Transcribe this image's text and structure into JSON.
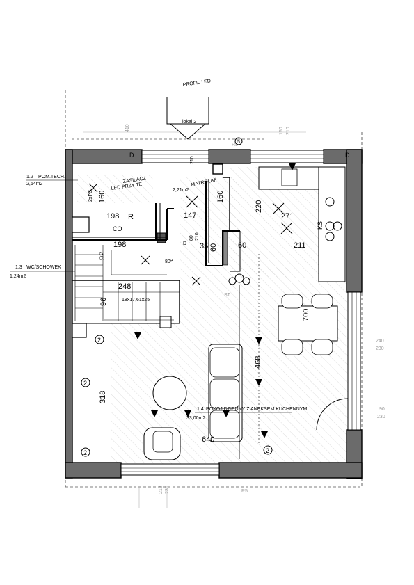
{
  "rooms": {
    "tech": {
      "number": "1.2",
      "name": "POM.TECH.",
      "area": "2,64m2"
    },
    "wc": {
      "number": "1.3",
      "name": "WC/SCHOWEK",
      "area": "1,24m2"
    },
    "living": {
      "number": "1.4",
      "name": "POKÓJ DZIENNY Z ANEKSEM KUCHENNYM",
      "area": "33,00m2"
    }
  },
  "annotations": {
    "profil_led": "PROFIL LED",
    "lokal": "lokal 2",
    "zasilacz_1": "ZASILACZ",
    "zasilacz_2": "LED PRZY TE",
    "matrolap": "MATROLAP",
    "area_221": "2,21m2",
    "stairs": "18x17,61x25",
    "pg": "2xPG",
    "r": "R",
    "co": "CO",
    "ks": "KS",
    "st": "ST",
    "d_left": "D",
    "d_right": "D",
    "d_mid": "D",
    "p_label": "P"
  },
  "dimensions": {
    "d160_a": "160",
    "d160_b": "160",
    "d198_a": "198",
    "d198_b": "198",
    "d147": "147",
    "d220": "220",
    "d271": "271",
    "d211": "211",
    "d35": "35",
    "d60_a": "60",
    "d60_b": "60",
    "d248": "248",
    "d92": "92",
    "d96": "96",
    "d700": "700",
    "d468": "468",
    "d318": "318",
    "d640": "640",
    "d210_a": "210",
    "d210_b": "210",
    "d80_a": "80",
    "d80_b": "80",
    "win_240": "240",
    "win_230_a": "230",
    "win_90": "90",
    "win_230_b": "230",
    "win_top_150": "150",
    "win_top_210": "210",
    "r5_a": "R5",
    "r5_b": "R5",
    "bottom_210": "210",
    "bottom_230": "230",
    "top_410": "410"
  },
  "circle_numbers": {
    "c2_a": "2",
    "c2_b": "2",
    "c2_c": "2",
    "c2_d": "2",
    "c5": "5"
  }
}
